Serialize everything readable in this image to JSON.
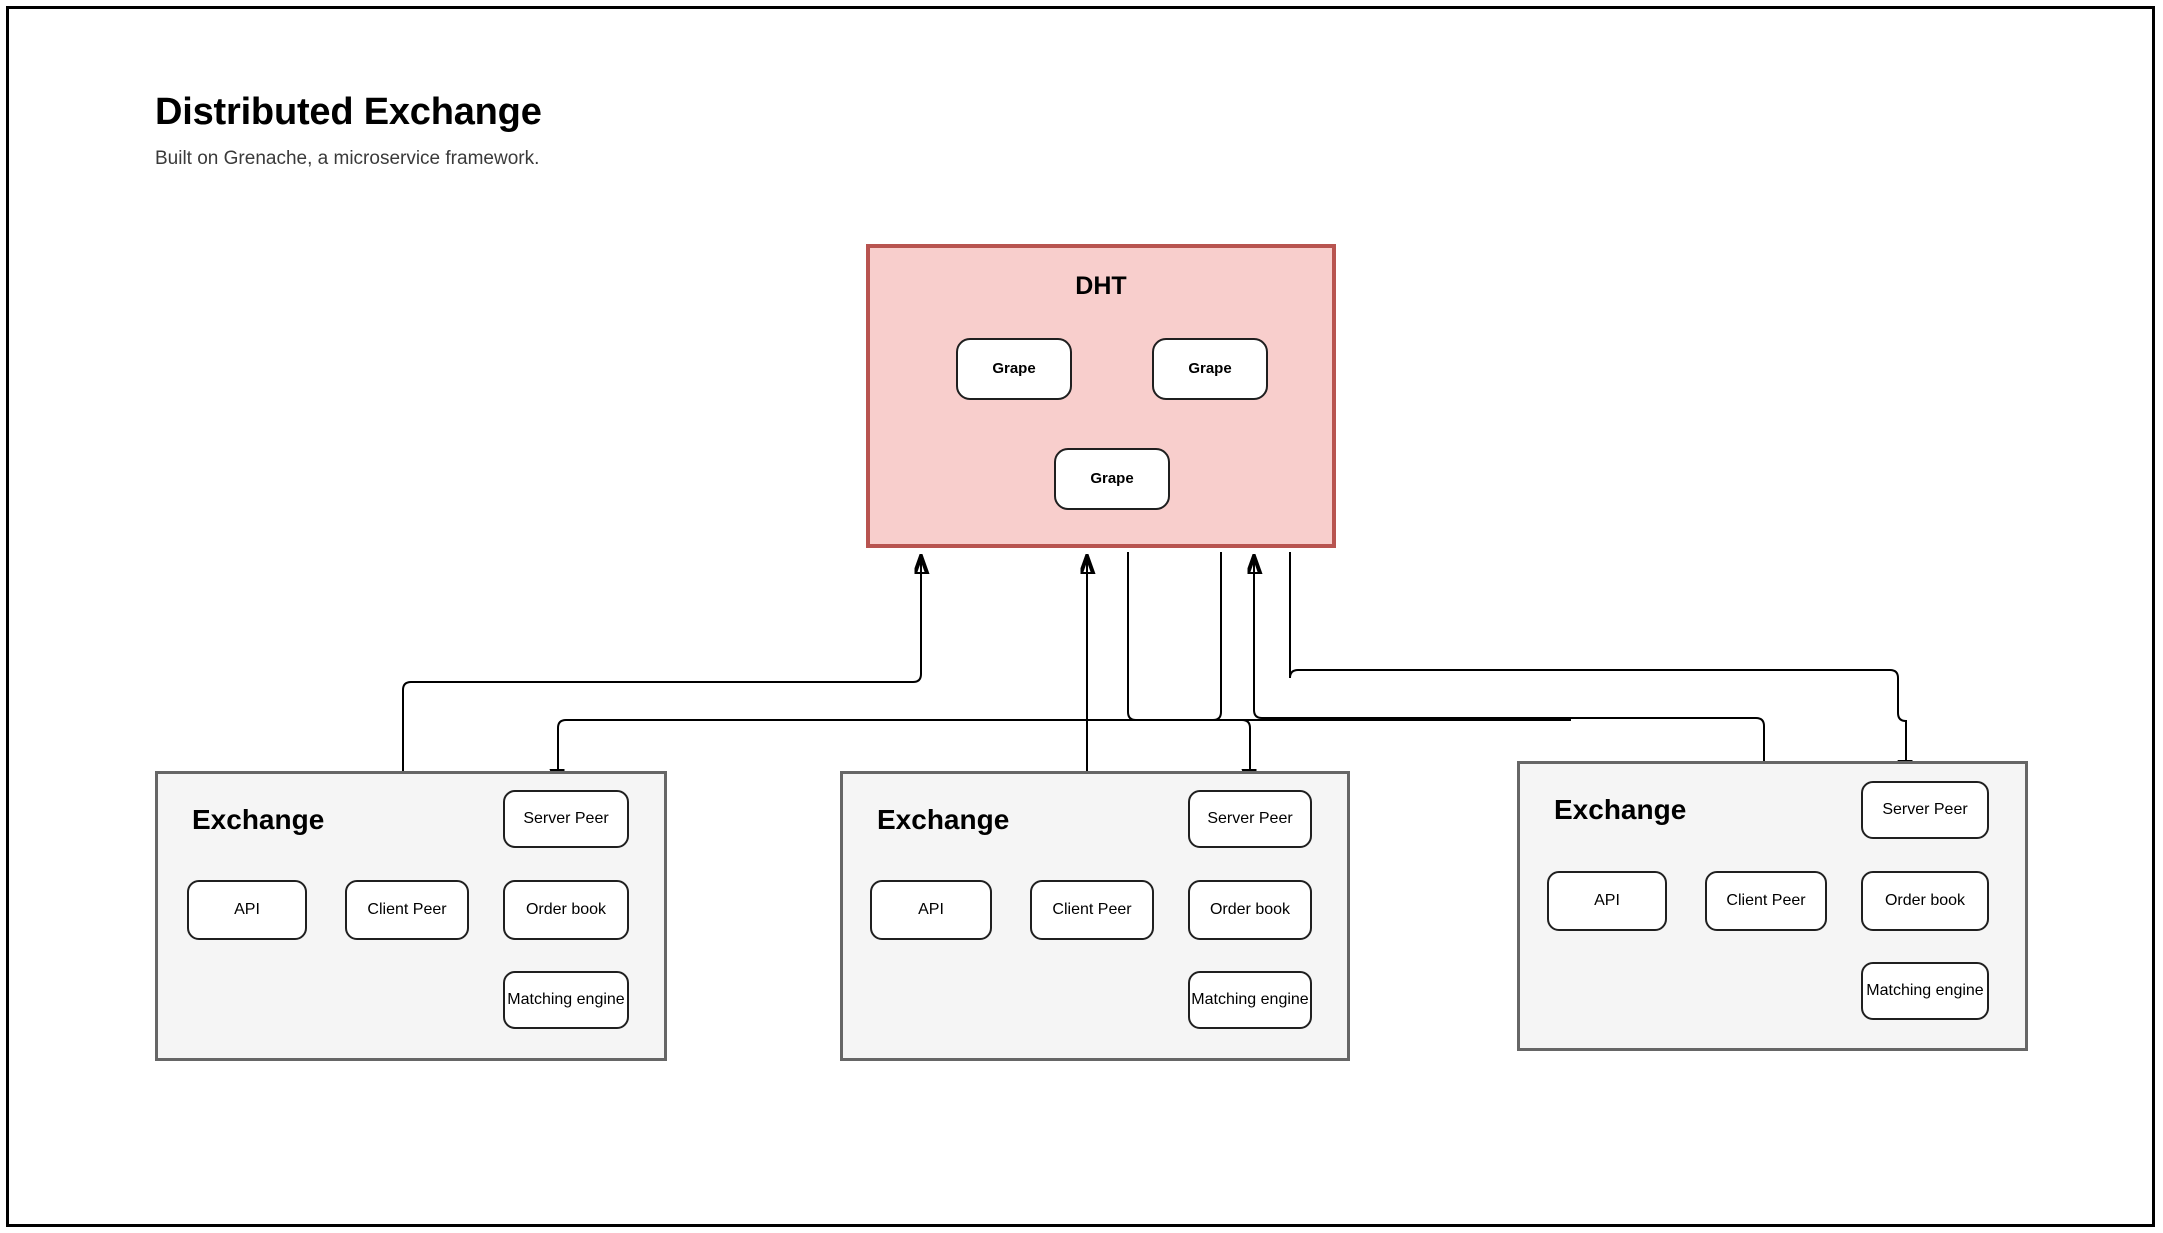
{
  "page": {
    "title": "Distributed Exchange",
    "subtitle": "Built on Grenache, a microservice framework."
  },
  "colors": {
    "dht_fill": "#f8cecc",
    "dht_border": "#b85450",
    "exchange_fill": "#f5f5f5",
    "exchange_border": "#666666",
    "node_fill": "#ffffff",
    "node_border": "#1f1f1f",
    "edge": "#000000",
    "page_border": "#000000"
  },
  "dht": {
    "label": "DHT",
    "nodes": [
      {
        "id": "grape-left",
        "label": "Grape"
      },
      {
        "id": "grape-right",
        "label": "Grape"
      },
      {
        "id": "grape-bottom",
        "label": "Grape"
      }
    ],
    "internal_edges": [
      {
        "from": "grape-left",
        "to": "grape-right",
        "direction": "bidirectional"
      },
      {
        "from": "grape-left",
        "to": "grape-bottom",
        "direction": "bidirectional"
      },
      {
        "from": "grape-right",
        "to": "grape-bottom",
        "direction": "bidirectional"
      }
    ]
  },
  "exchanges": [
    {
      "id": "exchange-1",
      "title": "Exchange",
      "nodes": [
        {
          "id": "api-1",
          "label": "API"
        },
        {
          "id": "client-1",
          "label": "Client Peer"
        },
        {
          "id": "server-1",
          "label": "Server Peer"
        },
        {
          "id": "orderbook-1",
          "label": "Order book"
        },
        {
          "id": "matching-1",
          "label": "Matching engine"
        }
      ],
      "internal_edges": [
        {
          "from": "api-1",
          "to": "client-1",
          "direction": "forward"
        },
        {
          "from": "client-1",
          "to": "orderbook-1",
          "direction": "bidirectional"
        },
        {
          "from": "server-1",
          "to": "orderbook-1",
          "direction": "forward"
        },
        {
          "from": "server-1",
          "to": "client-1",
          "direction": "forward"
        },
        {
          "from": "matching-1",
          "to": "orderbook-1",
          "direction": "forward"
        },
        {
          "from": "matching-1",
          "to": "client-1",
          "direction": "forward"
        }
      ],
      "dht_edges": [
        {
          "from": "client-1",
          "to": "dht",
          "direction": "forward"
        },
        {
          "from": "dht",
          "to": "server-1",
          "direction": "forward"
        }
      ]
    },
    {
      "id": "exchange-2",
      "title": "Exchange",
      "nodes": [
        {
          "id": "api-2",
          "label": "API"
        },
        {
          "id": "client-2",
          "label": "Client Peer"
        },
        {
          "id": "server-2",
          "label": "Server Peer"
        },
        {
          "id": "orderbook-2",
          "label": "Order book"
        },
        {
          "id": "matching-2",
          "label": "Matching engine"
        }
      ],
      "internal_edges": [
        {
          "from": "api-2",
          "to": "client-2",
          "direction": "forward"
        },
        {
          "from": "client-2",
          "to": "orderbook-2",
          "direction": "bidirectional"
        },
        {
          "from": "server-2",
          "to": "orderbook-2",
          "direction": "forward"
        },
        {
          "from": "server-2",
          "to": "client-2",
          "direction": "forward"
        },
        {
          "from": "matching-2",
          "to": "orderbook-2",
          "direction": "forward"
        },
        {
          "from": "matching-2",
          "to": "client-2",
          "direction": "forward"
        }
      ],
      "dht_edges": [
        {
          "from": "client-2",
          "to": "dht",
          "direction": "forward"
        },
        {
          "from": "dht",
          "to": "server-2",
          "direction": "forward"
        }
      ]
    },
    {
      "id": "exchange-3",
      "title": "Exchange",
      "nodes": [
        {
          "id": "api-3",
          "label": "API"
        },
        {
          "id": "client-3",
          "label": "Client Peer"
        },
        {
          "id": "server-3",
          "label": "Server Peer"
        },
        {
          "id": "orderbook-3",
          "label": "Order book"
        },
        {
          "id": "matching-3",
          "label": "Matching engine"
        }
      ],
      "internal_edges": [
        {
          "from": "api-3",
          "to": "client-3",
          "direction": "forward"
        },
        {
          "from": "client-3",
          "to": "orderbook-3",
          "direction": "bidirectional"
        },
        {
          "from": "server-3",
          "to": "orderbook-3",
          "direction": "forward"
        },
        {
          "from": "server-3",
          "to": "client-3",
          "direction": "forward"
        },
        {
          "from": "matching-3",
          "to": "orderbook-3",
          "direction": "forward"
        },
        {
          "from": "matching-3",
          "to": "client-3",
          "direction": "forward"
        }
      ],
      "dht_edges": [
        {
          "from": "client-3",
          "to": "dht",
          "direction": "forward"
        },
        {
          "from": "dht",
          "to": "server-3",
          "direction": "forward"
        }
      ]
    }
  ]
}
